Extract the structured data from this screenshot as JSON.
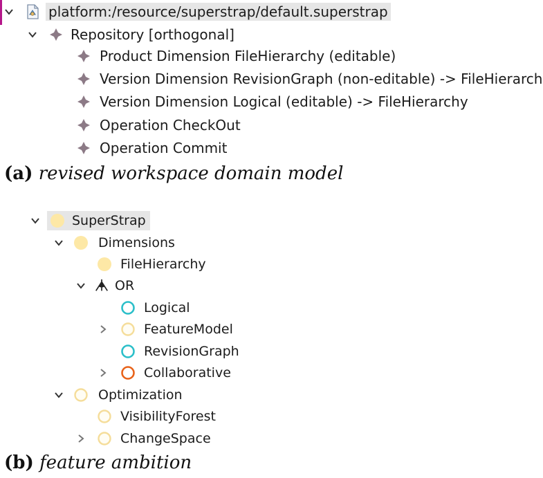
{
  "tree1": {
    "root": "platform:/resource/superstrap/default.superstrap",
    "repository": "Repository [orthogonal]",
    "children": [
      "Product Dimension FileHierarchy (editable)",
      "Version Dimension RevisionGraph (non-editable) -> FileHierarchy",
      "Version Dimension Logical (editable) -> FileHierarchy",
      "Operation CheckOut",
      "Operation Commit"
    ]
  },
  "caption_a": {
    "letter": "(a)",
    "text": "revised workspace domain model"
  },
  "tree2": {
    "superstrap": "SuperStrap",
    "dimensions": "Dimensions",
    "filehierarchy": "FileHierarchy",
    "or": "OR",
    "logical": "Logical",
    "featuremodel": "FeatureModel",
    "revisiongraph": "RevisionGraph",
    "collaborative": "Collaborative",
    "optimization": "Optimization",
    "visibilityforest": "VisibilityForest",
    "changespace": "ChangeSpace"
  },
  "caption_b": {
    "letter": "(b)",
    "text": "feature ambition"
  },
  "colors": {
    "feature_fill": "#fde8a6",
    "feature_outline": "#f5dd9a",
    "teal": "#2bbfc9",
    "orange": "#e8631a",
    "diamond": "#8c7a86",
    "selection": "#e6e6e6"
  }
}
